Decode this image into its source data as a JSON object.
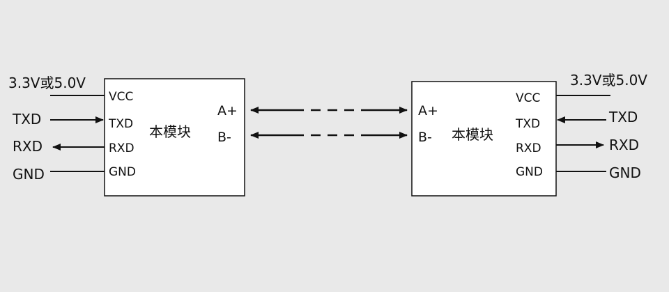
{
  "colors": {
    "background": "#e9e9e9",
    "box_fill": "#ffffff",
    "line": "#111111"
  },
  "left": {
    "supply_label": "3.3V或5.0V",
    "txd_label": "TXD",
    "rxd_label": "RXD",
    "gnd_label": "GND",
    "module": {
      "title": "本模块",
      "pins": {
        "vcc": "VCC",
        "txd": "TXD",
        "rxd": "RXD",
        "gnd": "GND"
      },
      "bus": {
        "a": "A+",
        "b": "B-"
      }
    }
  },
  "right": {
    "supply_label": "3.3V或5.0V",
    "txd_label": "TXD",
    "rxd_label": "RXD",
    "gnd_label": "GND",
    "module": {
      "title": "本模块",
      "pins": {
        "vcc": "VCC",
        "txd": "TXD",
        "rxd": "RXD",
        "gnd": "GND"
      },
      "bus": {
        "a": "A+",
        "b": "B-"
      }
    }
  }
}
